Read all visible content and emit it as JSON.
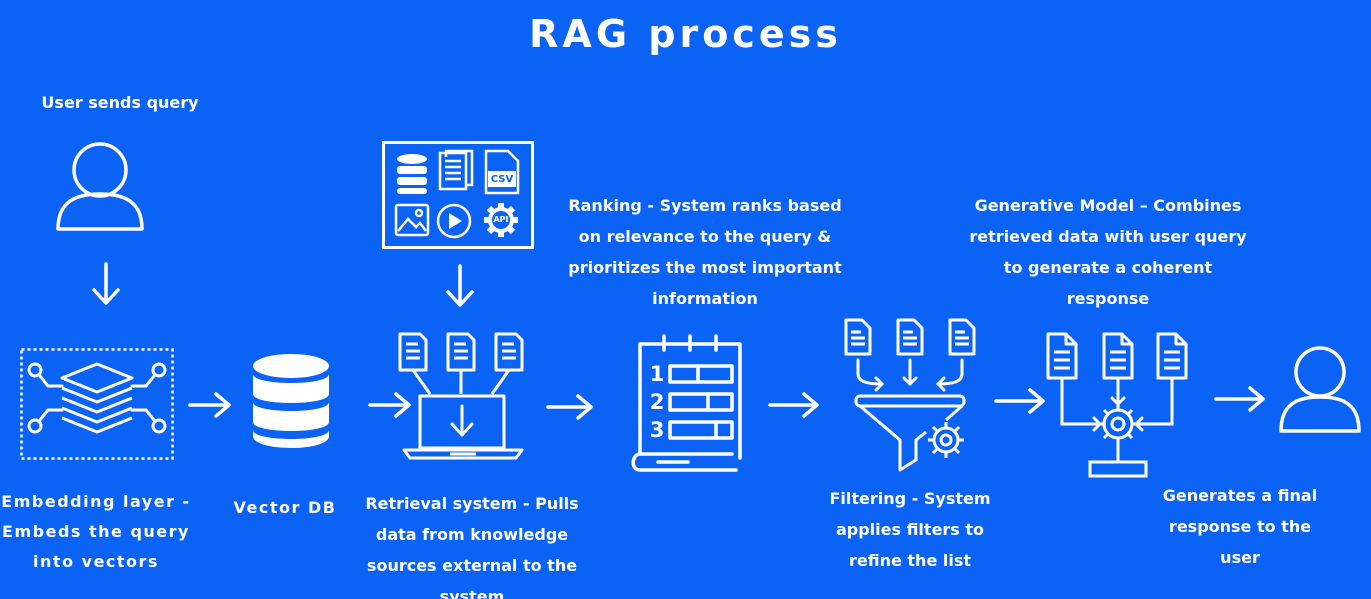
{
  "title": "RAG process",
  "steps": {
    "user_query": "User sends query",
    "embedding": "Embedding layer -\nEmbeds the query\ninto vectors",
    "vector_db": "Vector DB",
    "retrieval": "Retrieval system - Pulls\ndata from knowledge\nsources external to the\nsystem",
    "ranking": "Ranking - System ranks based\non relevance to the query &\nprioritizes the most important\ninformation",
    "filtering": "Filtering - System\napplies filters to\nrefine the list",
    "generative": "Generative Model – Combines\nretrieved data with user query\nto generate a coherent\nresponse",
    "final": "Generates a final\nresponse to the\nuser"
  },
  "source_icons": {
    "csv_label": "CSV",
    "api_label": "API"
  },
  "ranking_numbers": [
    "1",
    "2",
    "3"
  ],
  "colors": {
    "background": "#0b63f6",
    "foreground": "#ffffff"
  }
}
